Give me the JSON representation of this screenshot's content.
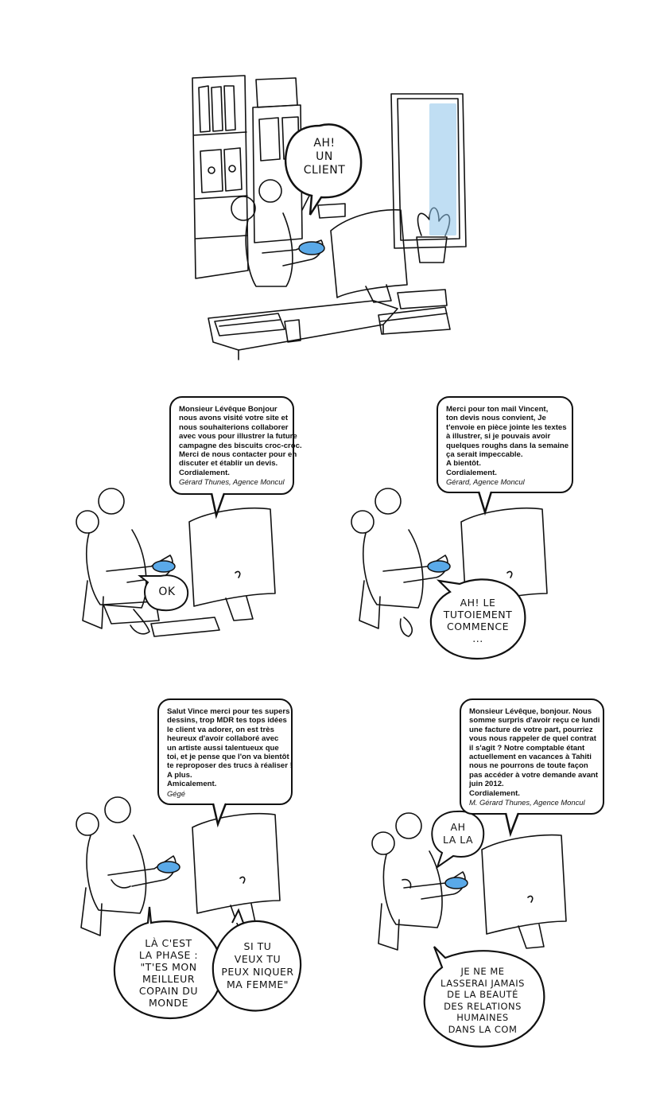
{
  "panel_top": {
    "speech": [
      "AH!",
      "UN",
      "CLIENT"
    ]
  },
  "panel_mid_left": {
    "email": {
      "lines": [
        "Monsieur Lévêque Bonjour",
        "nous avons visité votre site et",
        "nous souhaiterions collaborer",
        "avec vous pour illustrer la future",
        "campagne des biscuits croc-croc.",
        "Merci de nous contacter pour en",
        "discuter et établir un devis.",
        "Cordialement."
      ],
      "signature": "Gérard Thunes, Agence Moncul"
    },
    "reply": "OK"
  },
  "panel_mid_right": {
    "email": {
      "lines": [
        "Merci pour ton mail Vincent,",
        "ton devis nous convient, Je",
        "t'envoie en pièce jointe les textes",
        "à illustrer, si je pouvais avoir",
        "quelques roughs dans la semaine",
        "ça serait impeccable.",
        "A bientôt.",
        "Cordialement."
      ],
      "signature": "Gérard, Agence Moncul"
    },
    "reply": [
      "AH! LE",
      "TUTOIEMENT",
      "COMMENCE",
      "..."
    ]
  },
  "panel_bottom_left": {
    "email": {
      "lines": [
        "Salut Vince merci pour tes supers",
        "dessins, trop MDR tes tops idées",
        "le client va adorer, on est très",
        "heureux d'avoir collaboré avec",
        "un artiste aussi talentueux que",
        "toi, et je pense que l'on va bientôt",
        "te reproposer des trucs à réaliser !",
        "A plus.",
        "Amicalement."
      ],
      "signature": "Gégé"
    },
    "reply_1": [
      "LÀ C'EST",
      "LA PHASE :",
      "\"T'ES MON",
      "MEILLEUR",
      "COPAIN DU",
      "MONDE"
    ],
    "reply_2": [
      "SI TU",
      "VEUX TU",
      "PEUX NIQUER",
      "MA FEMME\""
    ]
  },
  "panel_bottom_right": {
    "email": {
      "lines": [
        "Monsieur Lévêque, bonjour. Nous",
        "somme surpris d'avoir reçu ce lundi",
        "une facture de votre part, pourriez",
        "vous nous rappeler de quel contrat",
        "il s'agit ? Notre comptable étant",
        "actuellement en vacances à Tahiti",
        "nous ne pourrons de toute façon",
        "pas accéder à votre demande avant",
        "juin 2012.",
        "Cordialement."
      ],
      "signature": "M. Gérard Thunes, Agence Moncul"
    },
    "sigh": [
      "AH",
      "LA LA"
    ],
    "reply": [
      "JE NE ME",
      "LASSERAI JAMAIS",
      "DE LA BEAUTÉ",
      "DES RELATIONS",
      "HUMAINES",
      "DANS LA COM"
    ]
  },
  "colors": {
    "ink": "#111111",
    "paper": "#ffffff",
    "screen": "#5aa9e8",
    "window_dots": "#8cc3ea"
  }
}
